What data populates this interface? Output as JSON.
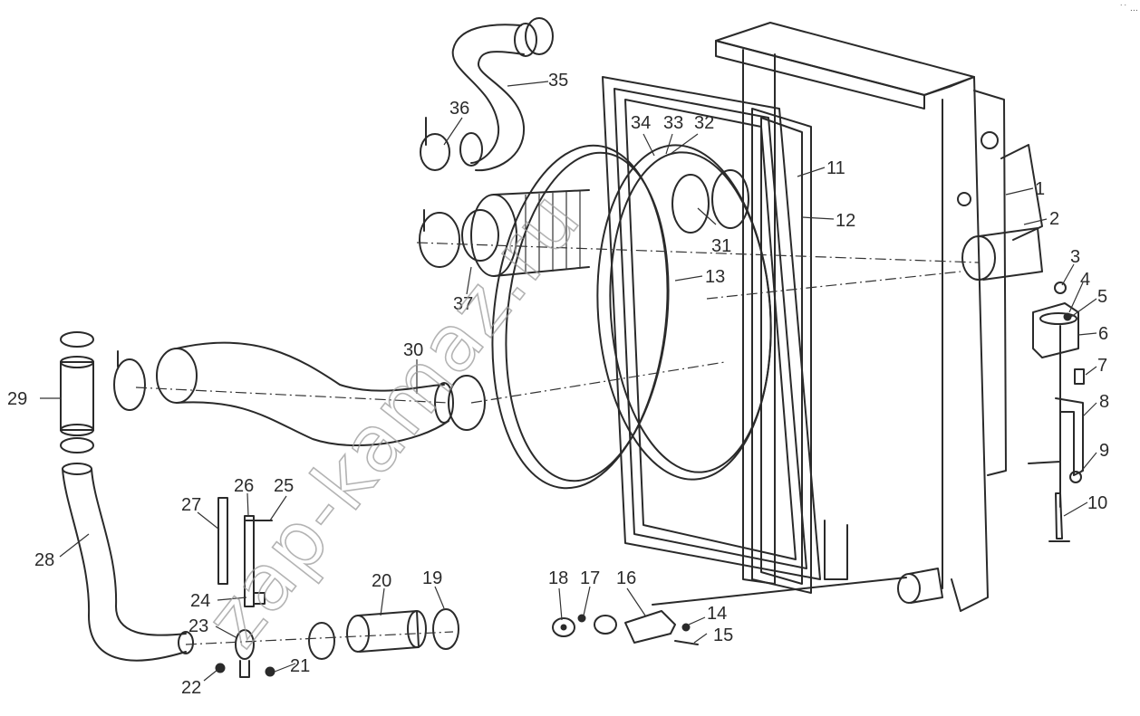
{
  "diagram": {
    "labels": [
      "1",
      "2",
      "3",
      "4",
      "5",
      "6",
      "7",
      "8",
      "9",
      "10",
      "11",
      "12",
      "13",
      "14",
      "15",
      "16",
      "17",
      "18",
      "19",
      "20",
      "21",
      "22",
      "23",
      "24",
      "25",
      "26",
      "27",
      "28",
      "29",
      "30",
      "31",
      "32",
      "33",
      "34",
      "35",
      "36",
      "37"
    ],
    "watermark": "zap-kamaz.ru",
    "corner_mark": "˙˙ …"
  }
}
